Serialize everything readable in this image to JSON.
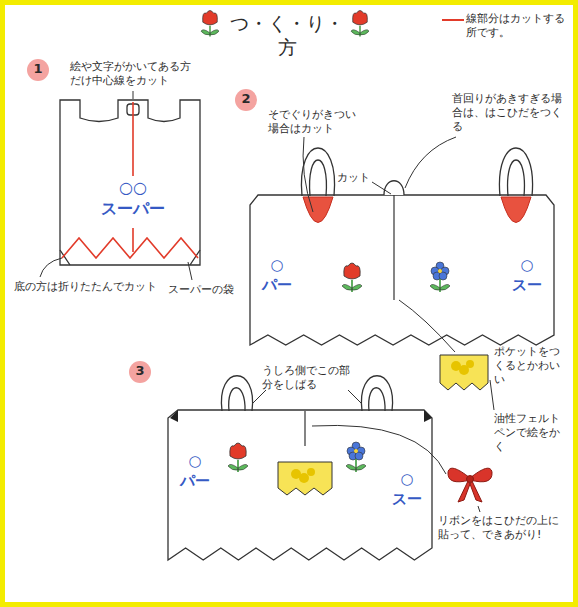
{
  "diagram": {
    "title": "つ・く・り・方",
    "labels": [
      "1",
      "絵や文字がかいてある方だけ中心線をカット",
      "○○ スーパー",
      "底の方は折りたたんでカット",
      "スーパーの袋",
      "2",
      "そでぐりがきつい場合はカット",
      "カット",
      "首回りがあきすぎる場合は、はこひだをつくる",
      "○ パー",
      "○ スー",
      "ポケットをつくるとかわいい",
      "油性フェルトペンで絵をかく",
      "3",
      "うしろ側でこの部分をしばる",
      "○ パー",
      "○ スー",
      "リボンをはこひだの上に貼って、できあがり!"
    ],
    "legend": [
      {
        "text": "線部分はカットする所です。"
      }
    ]
  }
}
